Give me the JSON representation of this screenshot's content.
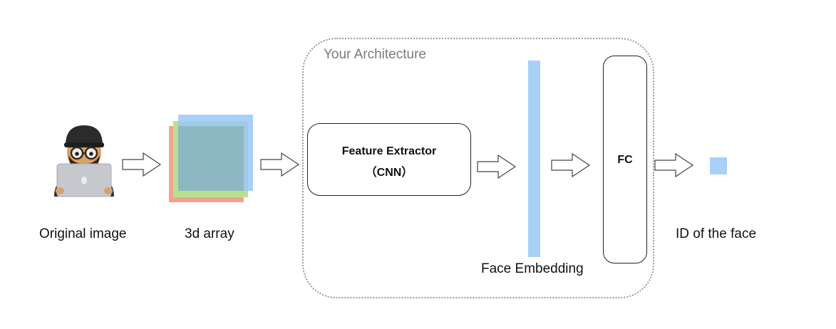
{
  "diagram": {
    "original_image_label": "Original image",
    "array_label": "3d array",
    "architecture_title": "Your Architecture",
    "feature_extractor_title": "Feature Extractor",
    "feature_extractor_subtitle": "（CNN）",
    "embedding_label": "Face Embedding",
    "fc_label": "FC",
    "output_label": "ID of the face"
  },
  "colors": {
    "embedding": "#a9d0f7",
    "layer_red": "#f2a291",
    "layer_green": "#b9e08e",
    "layer_blue": "#a9d0f7",
    "region_border": "#9a9a9a"
  },
  "icons": {
    "person": "person-with-laptop-icon",
    "arrow": "hollow-right-arrow-icon"
  }
}
